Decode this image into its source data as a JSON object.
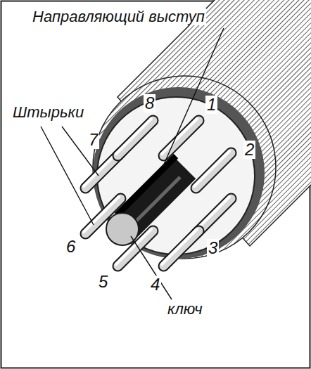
{
  "diagram": {
    "labels": [
      "Направляющий выступ",
      "Штырьки",
      "ключ",
      "1",
      "2",
      "3",
      "4",
      "5",
      "6",
      "7",
      "8"
    ]
  }
}
